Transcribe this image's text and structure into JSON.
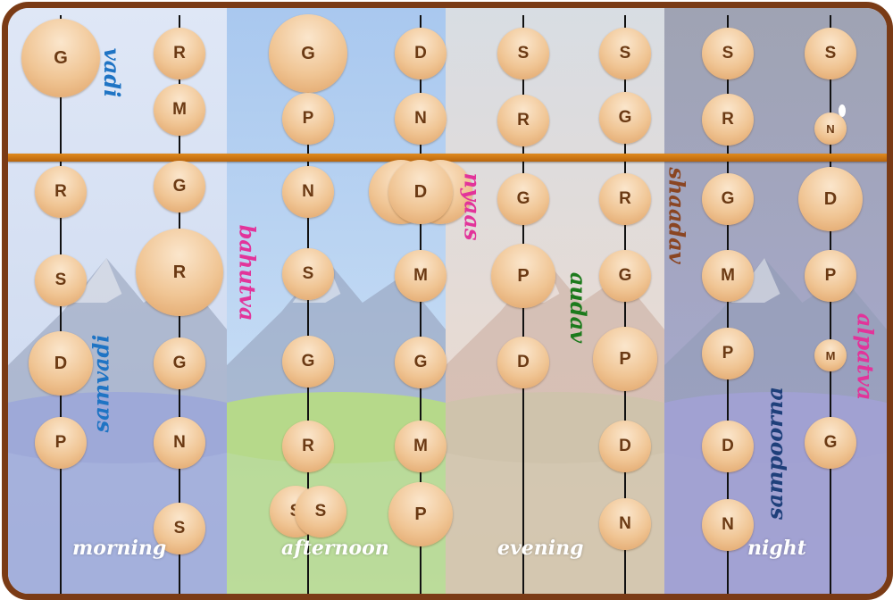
{
  "panels": [
    {
      "id": "morning",
      "label": "morning",
      "sky_top": "#dfe7f6",
      "sky_bottom": "#c9d6ee",
      "land": "#9ea9d8"
    },
    {
      "id": "afternoon",
      "label": "afternoon",
      "sky_top": "#a9c8ef",
      "sky_bottom": "#d4e6f7",
      "land": "#b6d98a"
    },
    {
      "id": "evening",
      "label": "evening",
      "sky_top": "#d8dde3",
      "sky_bottom": "#f1d9c9",
      "land": "#cfc3ac"
    },
    {
      "id": "night",
      "label": "night",
      "sky_top": "#9fa3b3",
      "sky_bottom": "#a9aad6",
      "land": "#a1a1d2"
    }
  ],
  "rods": [
    {
      "beads": [
        {
          "note": "G",
          "size": "xl"
        },
        {
          "note": "R",
          "size": "m"
        },
        {
          "note": "S",
          "size": "m"
        },
        {
          "note": "D",
          "size": "l"
        },
        {
          "note": "P",
          "size": "m"
        }
      ]
    },
    {
      "beads": [
        {
          "note": "R",
          "size": "m"
        },
        {
          "note": "M",
          "size": "m"
        },
        {
          "note": "G",
          "size": "m"
        },
        {
          "note": "R",
          "size": "xxl"
        },
        {
          "note": "G",
          "size": "m"
        },
        {
          "note": "N",
          "size": "m"
        },
        {
          "note": "S",
          "size": "m"
        }
      ]
    },
    {
      "beads": [
        {
          "note": "G",
          "size": "xl"
        },
        {
          "note": "P",
          "size": "m"
        },
        {
          "note": "N",
          "size": "m"
        },
        {
          "note": "S",
          "size": "m"
        },
        {
          "note": "G",
          "size": "m"
        },
        {
          "note": "R",
          "size": "m"
        },
        {
          "note": "S",
          "size": "m"
        },
        {
          "note": "S",
          "size": "m"
        }
      ]
    },
    {
      "beads": [
        {
          "note": "D",
          "size": "m"
        },
        {
          "note": "N",
          "size": "m"
        },
        {
          "note": "",
          "size": "l"
        },
        {
          "note": "",
          "size": "l"
        },
        {
          "note": "D",
          "size": "l"
        },
        {
          "note": "M",
          "size": "m"
        },
        {
          "note": "G",
          "size": "m"
        },
        {
          "note": "M",
          "size": "m"
        },
        {
          "note": "P",
          "size": "l"
        }
      ]
    },
    {
      "beads": [
        {
          "note": "S",
          "size": "m"
        },
        {
          "note": "R",
          "size": "m"
        },
        {
          "note": "G",
          "size": "m"
        },
        {
          "note": "P",
          "size": "l"
        },
        {
          "note": "D",
          "size": "m"
        }
      ]
    },
    {
      "beads": [
        {
          "note": "S",
          "size": "m"
        },
        {
          "note": "G",
          "size": "m"
        },
        {
          "note": "R",
          "size": "m"
        },
        {
          "note": "G",
          "size": "m"
        },
        {
          "note": "P",
          "size": "l"
        },
        {
          "note": "D",
          "size": "m"
        },
        {
          "note": "N",
          "size": "m"
        }
      ]
    },
    {
      "beads": [
        {
          "note": "S",
          "size": "m"
        },
        {
          "note": "R",
          "size": "m"
        },
        {
          "note": "G",
          "size": "m"
        },
        {
          "note": "M",
          "size": "m"
        },
        {
          "note": "P",
          "size": "m"
        },
        {
          "note": "D",
          "size": "m"
        },
        {
          "note": "N",
          "size": "m"
        }
      ]
    },
    {
      "beads": [
        {
          "note": "S",
          "size": "m"
        },
        {
          "note": "N",
          "size": "s"
        },
        {
          "note": "D",
          "size": "l"
        },
        {
          "note": "P",
          "size": "m"
        },
        {
          "note": "M",
          "size": "s"
        },
        {
          "note": "G",
          "size": "m"
        }
      ]
    }
  ],
  "words": [
    {
      "text": "vadi",
      "color": "#1f74c4",
      "rotate": 90
    },
    {
      "text": "samvadi",
      "color": "#1f74c4",
      "rotate": -90
    },
    {
      "text": "bahutva",
      "color": "#e2349a",
      "rotate": 90
    },
    {
      "text": "nyaas",
      "color": "#e2349a",
      "rotate": 90
    },
    {
      "text": "audav",
      "color": "#1c7a1c",
      "rotate": 90
    },
    {
      "text": "shaadav",
      "color": "#8a4522",
      "rotate": 90
    },
    {
      "text": "sampoorna",
      "color": "#1e3f7a",
      "rotate": -90
    },
    {
      "text": "alpatva",
      "color": "#e2349a",
      "rotate": 90
    }
  ],
  "colors": {
    "frame": "#7a3b16",
    "beam": "#d07d18",
    "bead_text": "#6b3a14",
    "rod": "#111111"
  }
}
